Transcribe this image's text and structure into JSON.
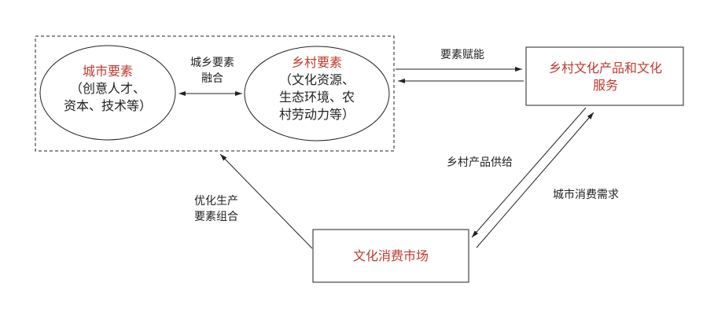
{
  "colors": {
    "accent_red": "#c0392b",
    "line": "#222222",
    "background": "#ffffff"
  },
  "nodes": {
    "urban_elements": {
      "title": "城市要素",
      "line1": "（创意人才、",
      "line2": "资本、技术等）"
    },
    "rural_elements": {
      "title": "乡村要素",
      "line1": "（文化资源、",
      "line2": "生态环境、农",
      "line3": "村劳动力等）"
    },
    "rural_culture_products": {
      "line1": "乡村文化产品和文化",
      "line2": "服务"
    },
    "culture_consumption_market": {
      "title": "文化消费市场"
    }
  },
  "edges": {
    "urban_rural_fusion": {
      "line1": "城乡要素",
      "line2": "融合"
    },
    "factor_empowerment": {
      "label": "要素赋能"
    },
    "rural_product_supply": {
      "label": "乡村产品供给"
    },
    "urban_consumption_demand": {
      "label": "城市消费需求"
    },
    "optimize_factor_combination": {
      "line1": "优化生产",
      "line2": "要素组合"
    }
  }
}
